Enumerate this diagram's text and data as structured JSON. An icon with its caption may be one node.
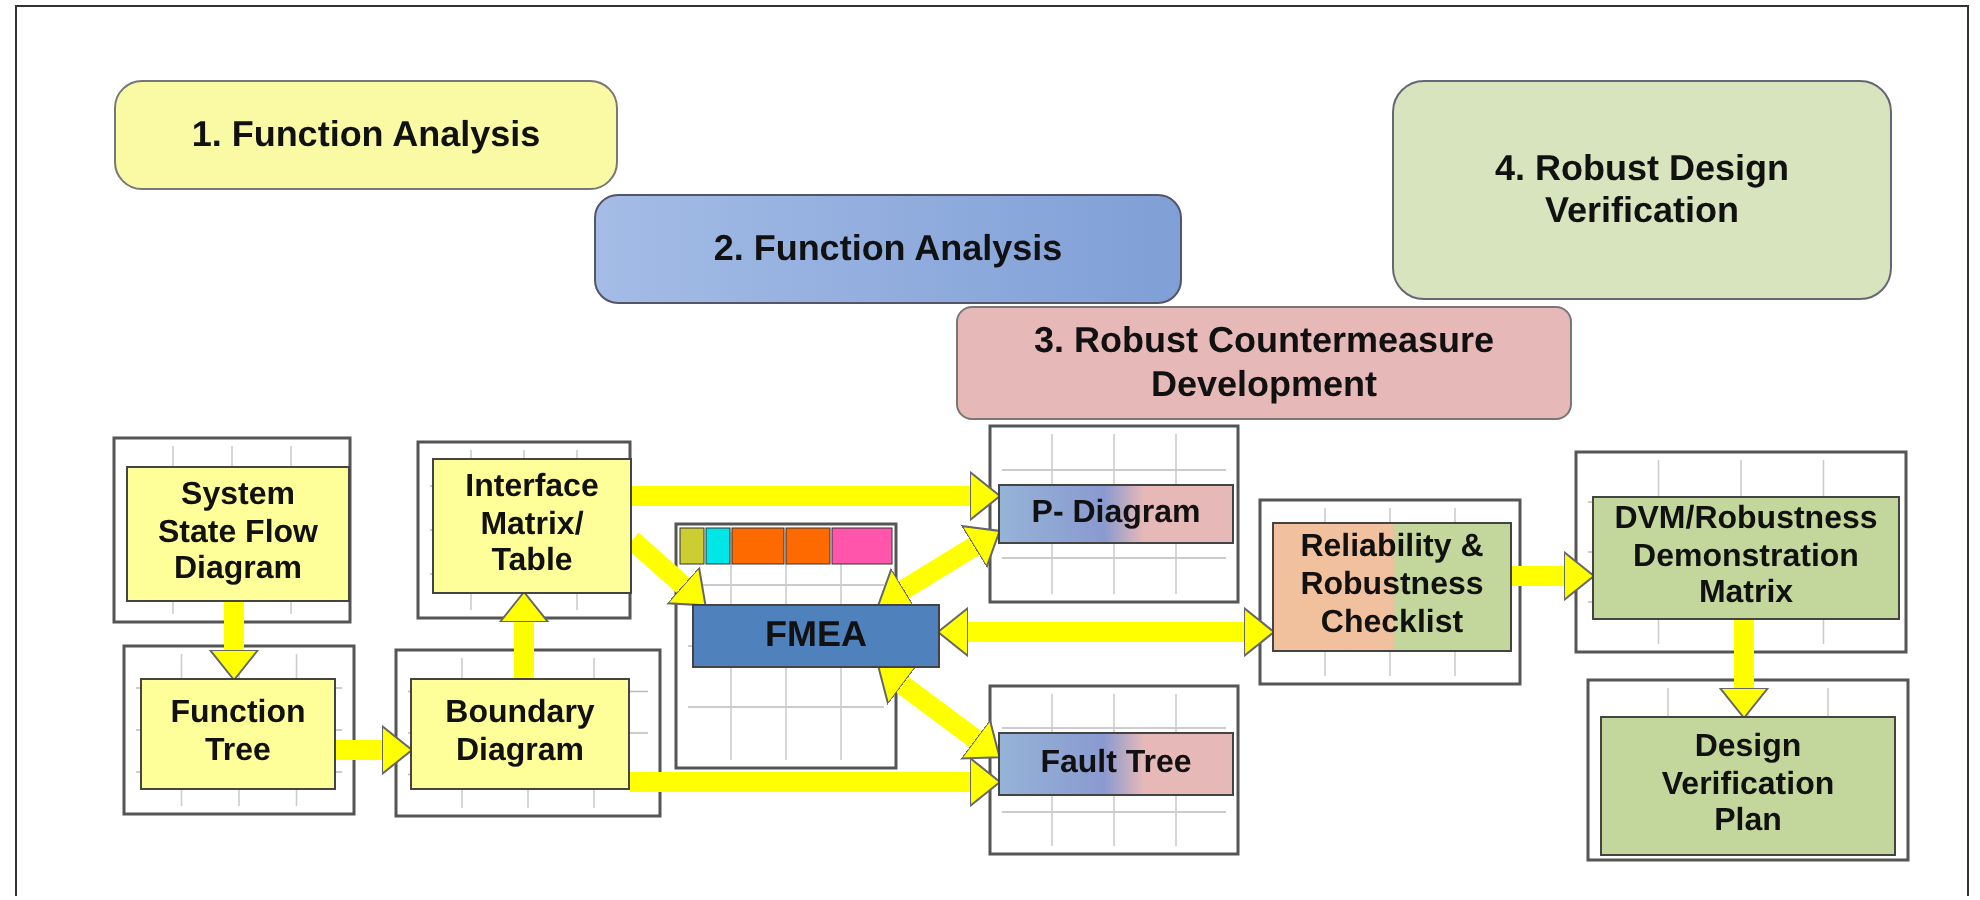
{
  "diagram": {
    "nodes": [
      {
        "text": [
          "1. Function Analysis"
        ]
      },
      {
        "text": [
          "2. Function Analysis"
        ]
      },
      {
        "text": [
          "3. Robust Countermeasure Development"
        ]
      },
      {
        "text": [
          "4. Robust Design Verification"
        ]
      },
      {
        "text": [
          "System State Flow Diagram"
        ]
      },
      {
        "text": [
          "Function Tree"
        ]
      },
      {
        "text": [
          "Boundary Diagram"
        ]
      },
      {
        "text": [
          "Interface Matrix/ Table"
        ]
      },
      {
        "text": [
          "FMEA"
        ]
      },
      {
        "text": [
          "P- Diagram"
        ]
      },
      {
        "text": [
          "Fault Tree"
        ]
      },
      {
        "text": [
          "Reliability & Robustness Checklist"
        ]
      },
      {
        "text": [
          "DVM/Robustness Demonstration Matrix"
        ]
      },
      {
        "text": [
          "Design Verification Plan"
        ]
      }
    ],
    "edges": [
      {
        "from": 4,
        "to": 5,
        "arrow": "to"
      },
      {
        "from": 5,
        "to": 6,
        "arrow": "to"
      },
      {
        "from": 6,
        "to": 7,
        "arrow": "to"
      },
      {
        "from": 7,
        "to": 9,
        "arrow": "to"
      },
      {
        "from": 7,
        "to": 8,
        "arrow": "to"
      },
      {
        "from": 8,
        "to": 9,
        "arrow": "both"
      },
      {
        "from": 8,
        "to": 10,
        "arrow": "both"
      },
      {
        "from": 6,
        "to": 10,
        "arrow": "to"
      },
      {
        "from": 8,
        "to": 11,
        "arrow": "both"
      },
      {
        "from": 11,
        "to": 12,
        "arrow": "to"
      },
      {
        "from": 12,
        "to": 13,
        "arrow": "to"
      }
    ]
  }
}
